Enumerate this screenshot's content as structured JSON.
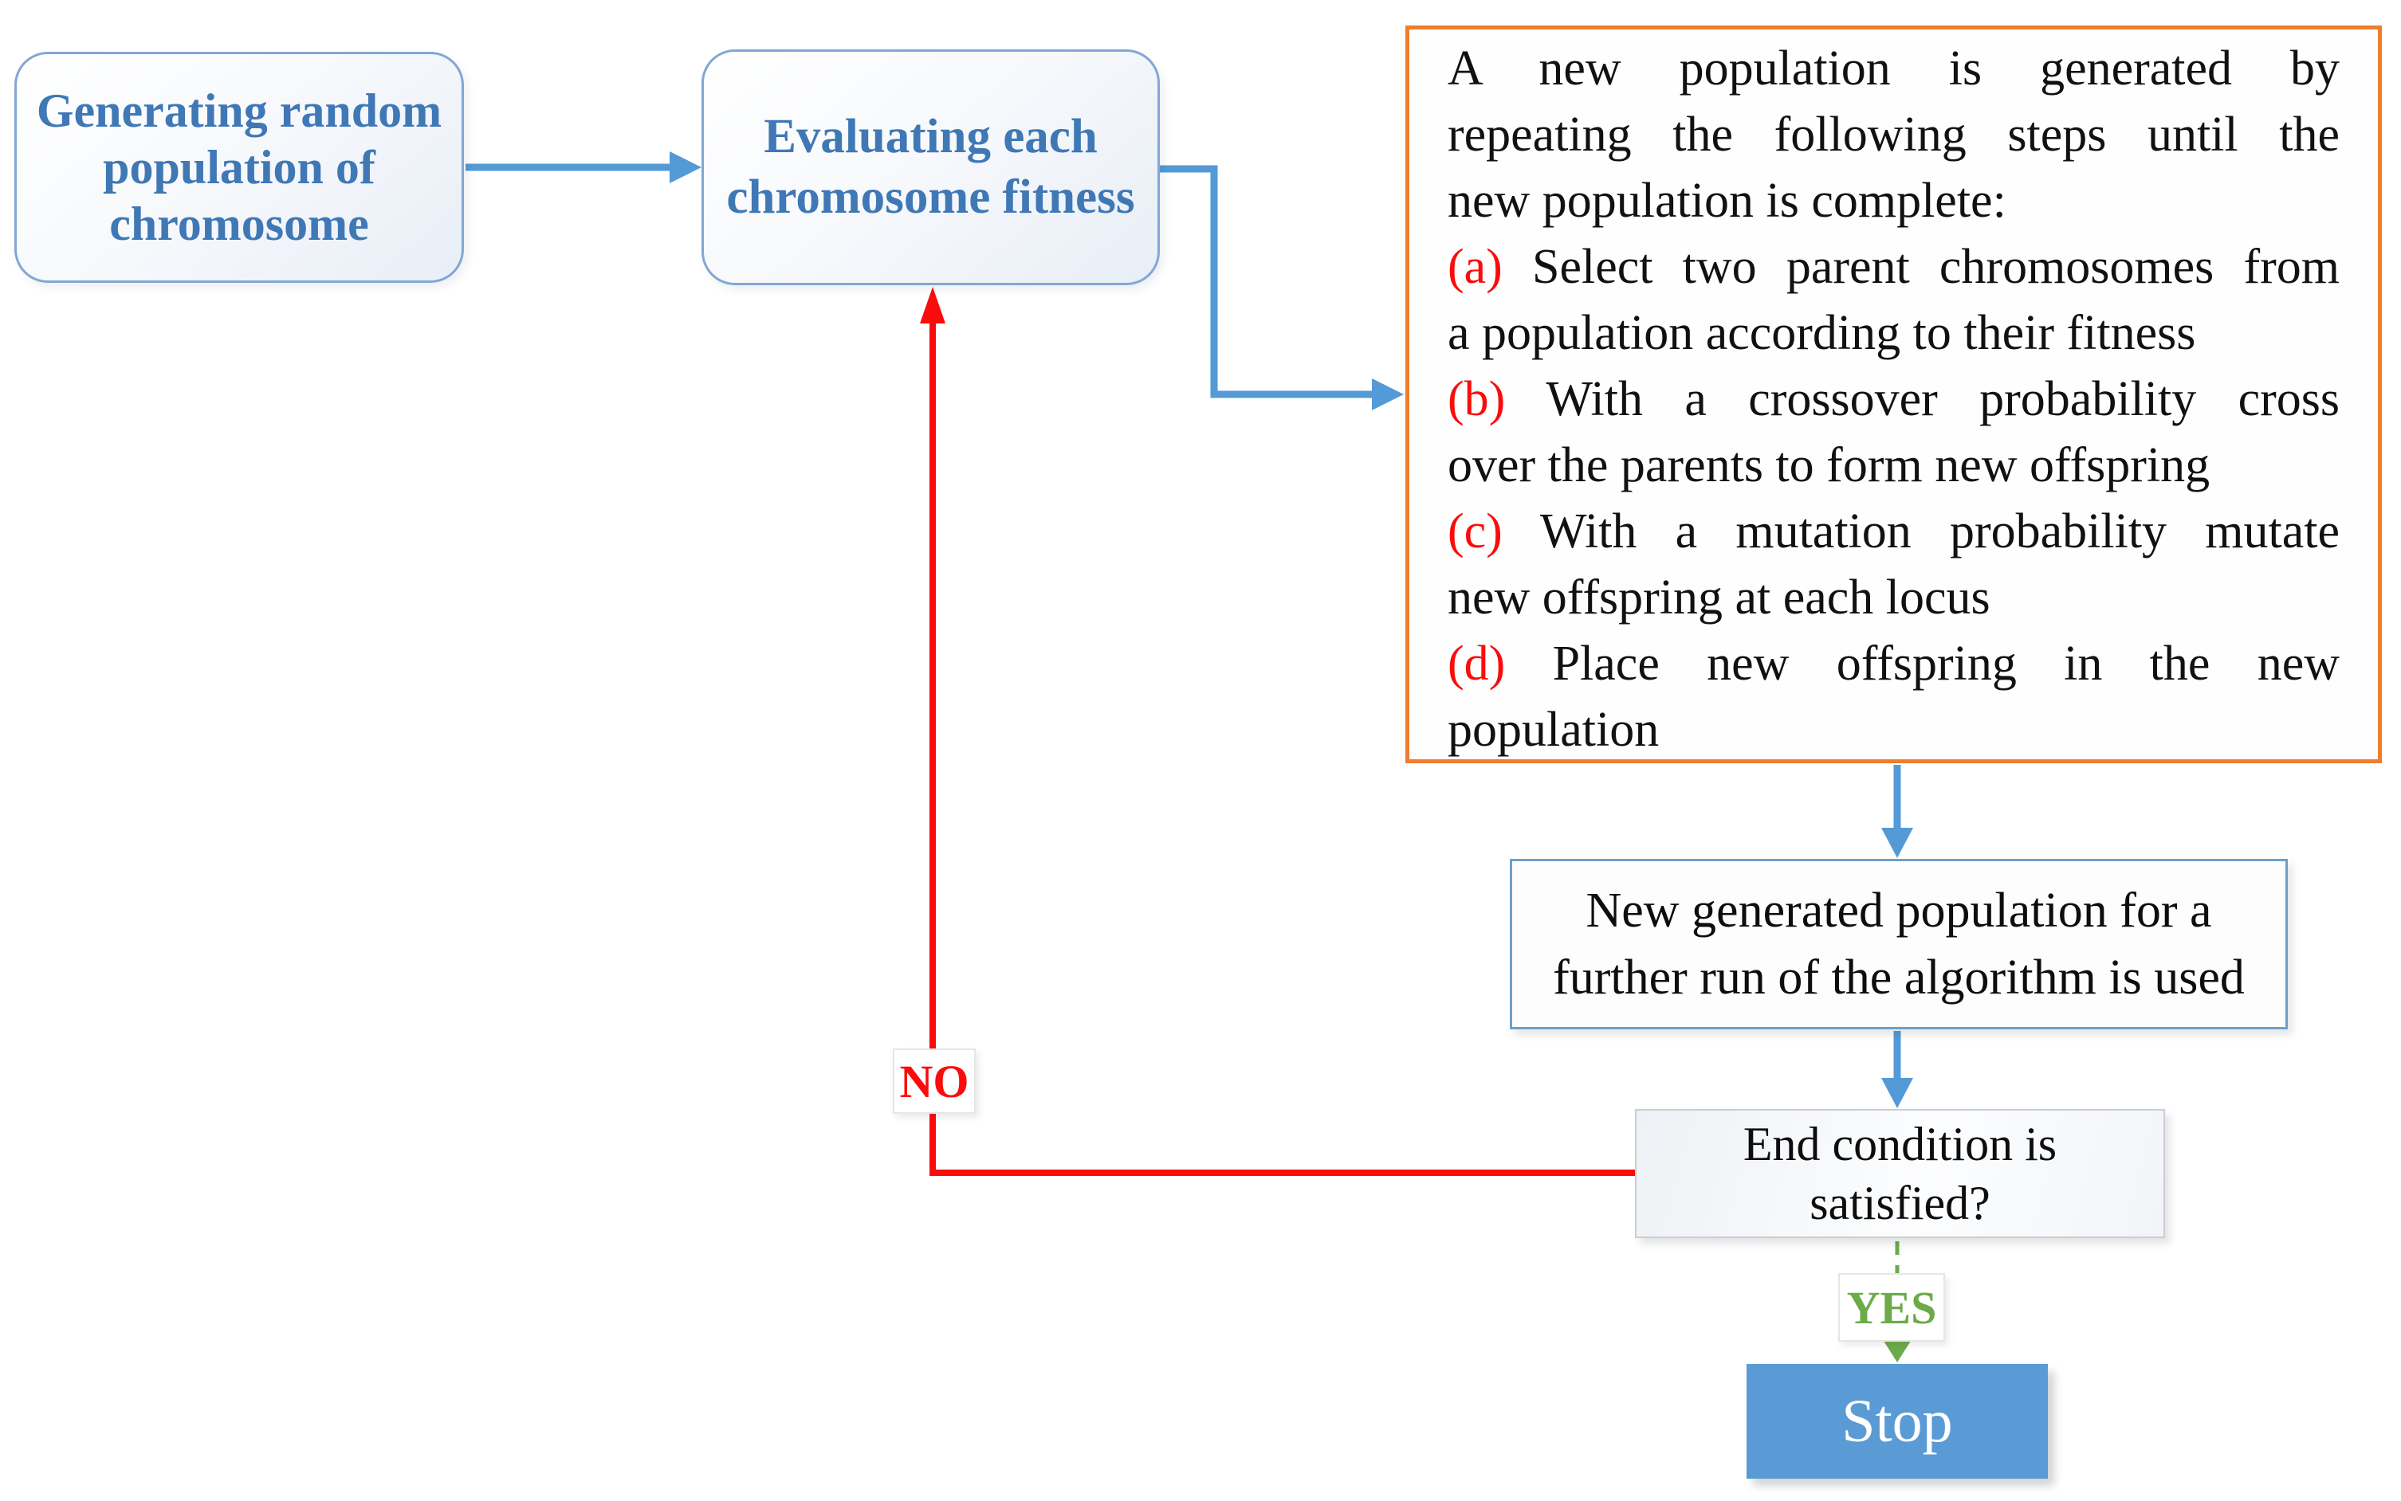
{
  "colors": {
    "blue": "#539ad6",
    "box_border": "#82a7d4",
    "steel_text": "#3f78b5",
    "orange": "#ee7e2e",
    "red": "#fb0c0c",
    "green": "#6cab49",
    "stop_fill": "#5b9bd5"
  },
  "boxes": {
    "generate": {
      "lines": [
        "Generating random",
        "population of",
        "chromosome"
      ]
    },
    "evaluate": {
      "lines": [
        "Evaluating each",
        "chromosome fitness"
      ]
    },
    "orange": {
      "lines": [
        {
          "marker": "",
          "text": "A new population is generated by"
        },
        {
          "marker": "",
          "text": "repeating the following steps until the"
        },
        {
          "marker": "",
          "text": "new population is complete:"
        },
        {
          "marker": "(a)",
          "text": " Select two parent chromosomes from"
        },
        {
          "marker": "",
          "text": "a population according to their fitness"
        },
        {
          "marker": "(b)",
          "text": " With a crossover probability cross"
        },
        {
          "marker": "",
          "text": "over the parents to form new offspring"
        },
        {
          "marker": "(c)",
          "text": " With a mutation probability mutate"
        },
        {
          "marker": "",
          "text": "new offspring at each locus"
        },
        {
          "marker": "(d)",
          "text": " Place new offspring in the new"
        },
        {
          "marker": "",
          "text": "population"
        }
      ]
    },
    "newgen": {
      "lines": [
        "New generated population for a",
        "further run of the algorithm is used"
      ]
    },
    "end": {
      "lines": [
        "End condition is",
        "satisfied?"
      ]
    },
    "stop": {
      "label": "Stop"
    }
  },
  "edge_labels": {
    "yes": "YES",
    "no": "NO"
  }
}
